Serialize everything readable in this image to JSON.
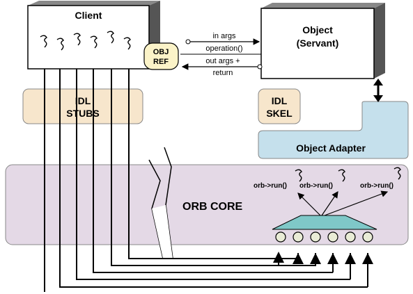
{
  "client": {
    "title": "Client"
  },
  "object": {
    "line1": "Object",
    "line2": "(Servant)"
  },
  "obj_ref": {
    "line1": "OBJ",
    "line2": "REF"
  },
  "request": {
    "label1": "in args",
    "label2": "operation()"
  },
  "reply": {
    "label1": "out args +",
    "label2": "return"
  },
  "stubs": {
    "line1": "IDL",
    "line2": "STUBS"
  },
  "skel": {
    "line1": "IDL",
    "line2": "SKEL"
  },
  "adapter": {
    "label": "Object Adapter"
  },
  "orb_core": {
    "label": "ORB CORE",
    "run_labels": [
      "orb->run()",
      "orb->run()",
      "orb->run()"
    ]
  },
  "colors": {
    "stubs_fill": "#f7e6cc",
    "skel_fill": "#f7e6cc",
    "objref_fill": "#fbf3c8",
    "adapter_fill": "#c5e0ec",
    "orb_fill": "#e4d9e6",
    "reactor_fill": "#7fc8c8",
    "port_fill": "#e9ecd6",
    "shadow": "#555555"
  }
}
